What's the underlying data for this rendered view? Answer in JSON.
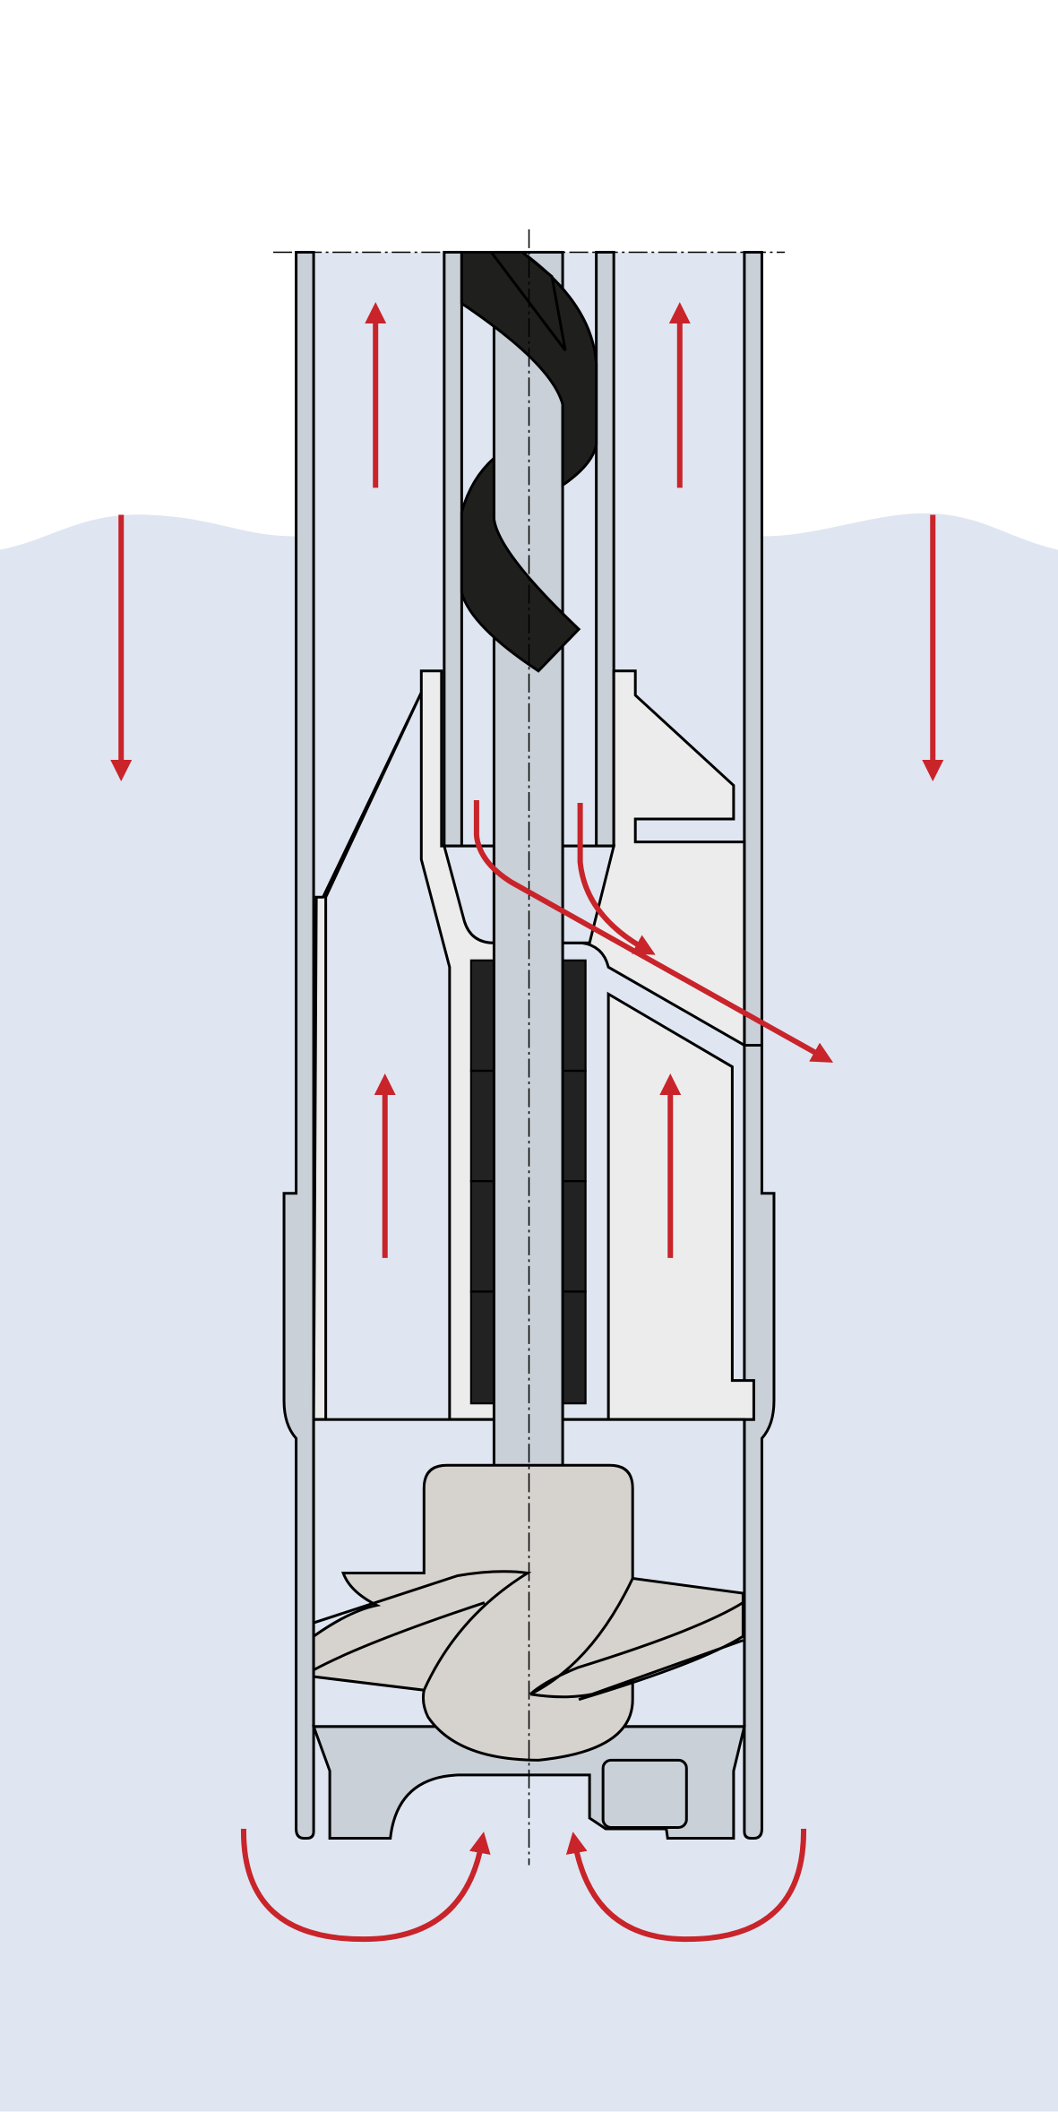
{
  "diagram": {
    "type": "pump cross-section",
    "colors": {
      "water": "#dfe6f1",
      "metal": "#c9d0d8",
      "housing": "#ececec",
      "impeller": "#d6d3ce",
      "auger": "#1f1f1d",
      "motor": "#222222",
      "flow_arrow": "#c8242a",
      "outline": "#000000"
    },
    "icons": [
      "flow-arrow-up",
      "flow-arrow-down",
      "flow-arrow-curved",
      "flow-arrow-diagonal"
    ]
  }
}
